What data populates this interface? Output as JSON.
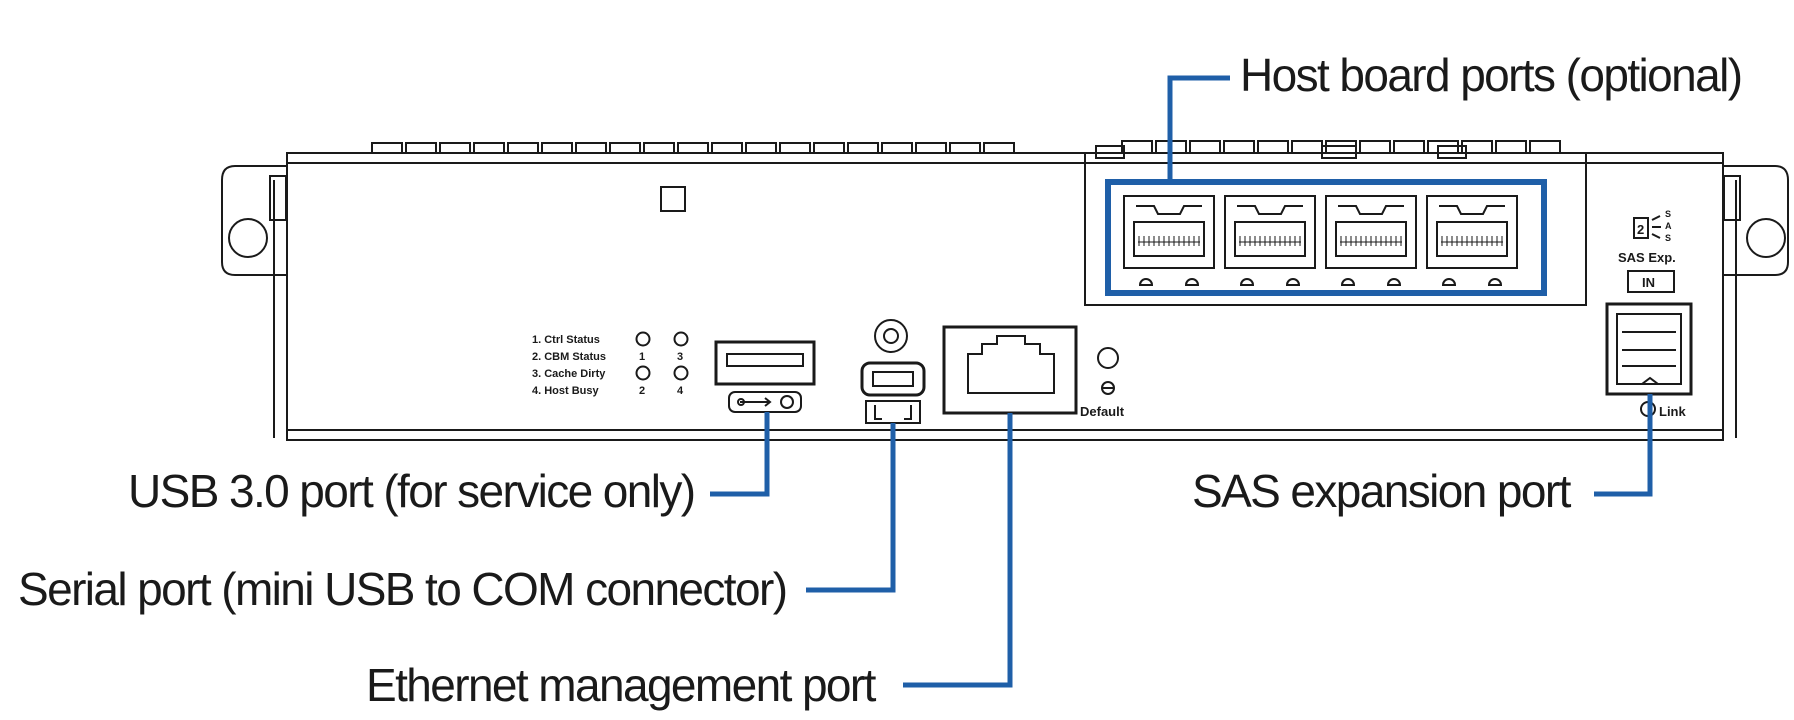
{
  "callouts": {
    "host_board": "Host board ports (optional)",
    "usb": "USB 3.0 port (for service only)",
    "serial": "Serial port (mini USB to COM connector)",
    "ethernet": "Ethernet management port",
    "sas": "SAS expansion port"
  },
  "panel": {
    "leds": [
      "1. Ctrl Status",
      "2. CBM Status",
      "3. Cache Dirty",
      "4. Host Busy"
    ],
    "led_numbers": [
      "1",
      "3",
      "2",
      "4"
    ],
    "default_label": "Default",
    "sas_label": "SAS Exp.",
    "sas_letters": [
      "S",
      "A",
      "S"
    ],
    "sas_icon_digit": "2",
    "in_label": "IN",
    "link_label": "Link"
  },
  "colors": {
    "leader": "#1f5fa8",
    "outline": "#1a1a1a",
    "background": "#ffffff"
  }
}
